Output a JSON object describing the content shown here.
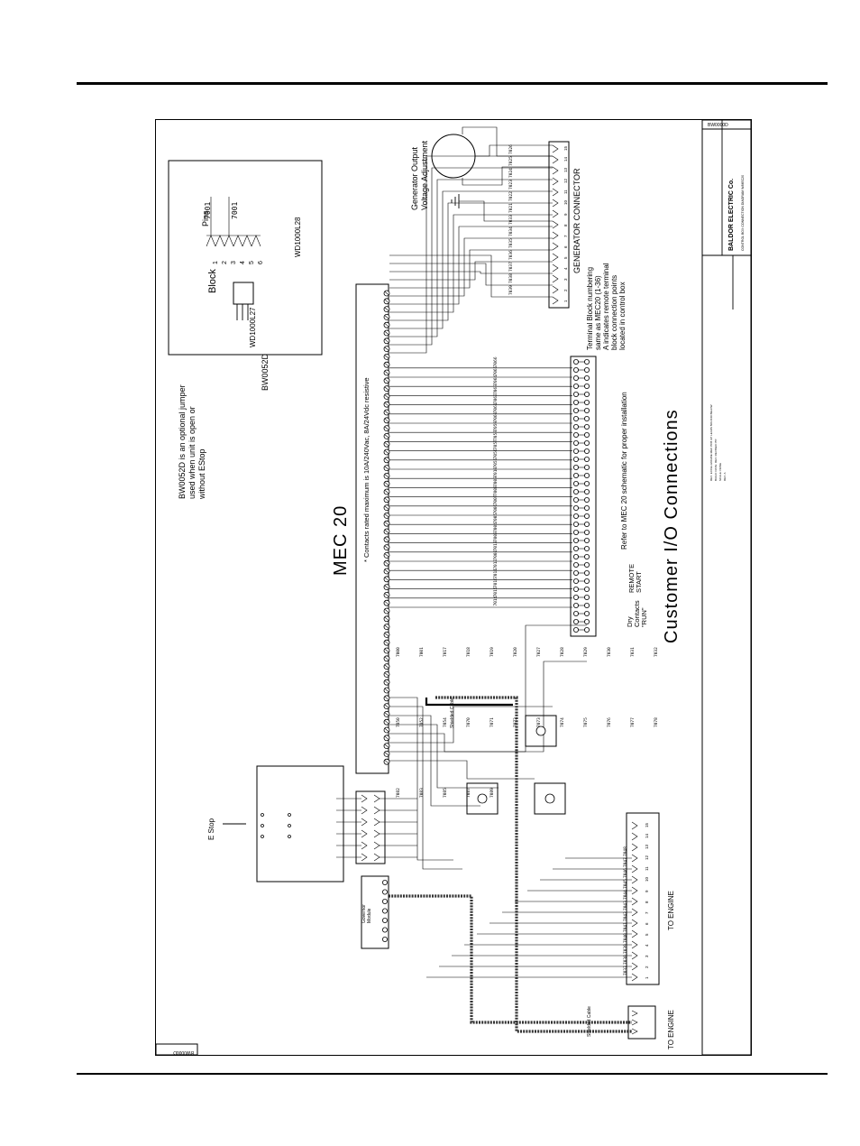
{
  "diagram": {
    "title": "MEC 20",
    "subtitle": "Customer I/O Connections",
    "note_contacts": "* Contacts rated maximum is 10A/240Vac, 8A/24Vdc resistive",
    "note_refer": "Refer to MEC 20 schematic for proper installation",
    "note_terminal": [
      "Terminal Block numbering",
      "same as MEC20 (1-36)",
      "A indicates remote terminal",
      "block connection points",
      "located in control box"
    ],
    "jumper_note": [
      "BW0052D is an optional jumper",
      "used when unit is open or",
      "without EStop"
    ],
    "inset": {
      "pins_label": "Pins",
      "pin_numbers": [
        "1",
        "2",
        "3",
        "4",
        "5",
        "6"
      ],
      "wire_a": "7001",
      "wire_b": "7001",
      "part_a": "WD1000L28",
      "part_b": "WD1000L27",
      "block_label": "Block",
      "jumper_part": "BW0052D"
    },
    "gen_output": [
      "Generator Output",
      "Voltage Adjustment"
    ],
    "gen_connector": "GENERATOR CONNECTOR",
    "remote_start": [
      "REMOTE",
      "START"
    ],
    "dry_contacts": [
      "Dry",
      "Contacts",
      "\"RUN\""
    ],
    "estop": "E Stop",
    "to_engine_1": "TO ENGINE",
    "to_engine_2": "TO ENGINE",
    "shielded_cable": "Shielded Cable",
    "governor_module": [
      "Governor",
      "Module"
    ],
    "drawing_id_top": "BW0000D",
    "drawing_id_bottom": "BW0000D",
    "title_block": {
      "company": "BALDOR ELECTRIC Co.",
      "drawing_title": "CONTROL BOX CONNECTION DIAGRAM W/MEC20",
      "lines": [
        "REV: EXCEL ENGINE MEC PCB UP LEADS 500 AND BELOW",
        "BUILD: DATE: REV: REVISED: BY:",
        "SCALE: NONE",
        "REV: A"
      ]
    },
    "connector_pins": [
      "1",
      "2",
      "3",
      "4",
      "5",
      "6",
      "7",
      "8",
      "9",
      "10",
      "11",
      "12",
      "13",
      "14",
      "15"
    ],
    "mec_wires": [
      "7014",
      "7015",
      "7016",
      "7011",
      "7012",
      "7002",
      "7013",
      "7003",
      "7004",
      "7005",
      "7006",
      "7007",
      "7008",
      "7009",
      "7010",
      "7055",
      "7056",
      "7057",
      "7058",
      "7059",
      "7060",
      "7061",
      "7062",
      "7063",
      "7064",
      "7065",
      "7066"
    ],
    "gen_wires": [
      "7026",
      "7025",
      "7024",
      "7023",
      "7022",
      "7021",
      "7033",
      "7034",
      "7035",
      "7036",
      "7037",
      "7038",
      "7039"
    ],
    "engine_wires": [
      "7037",
      "7038",
      "7039",
      "7040",
      "7041",
      "7042",
      "7043",
      "7044",
      "7045",
      "7046",
      "7047",
      "7048"
    ],
    "misc_wires": [
      "7000",
      "7001",
      "7017",
      "7018",
      "7019",
      "7020",
      "7027",
      "7028",
      "7029",
      "7030",
      "7031",
      "7032",
      "7050",
      "7052",
      "7054",
      "7070",
      "7071",
      "7072",
      "7073",
      "7074",
      "7075",
      "7076",
      "7077",
      "7078",
      "7082",
      "7083",
      "7085",
      "7087",
      "7089"
    ]
  }
}
